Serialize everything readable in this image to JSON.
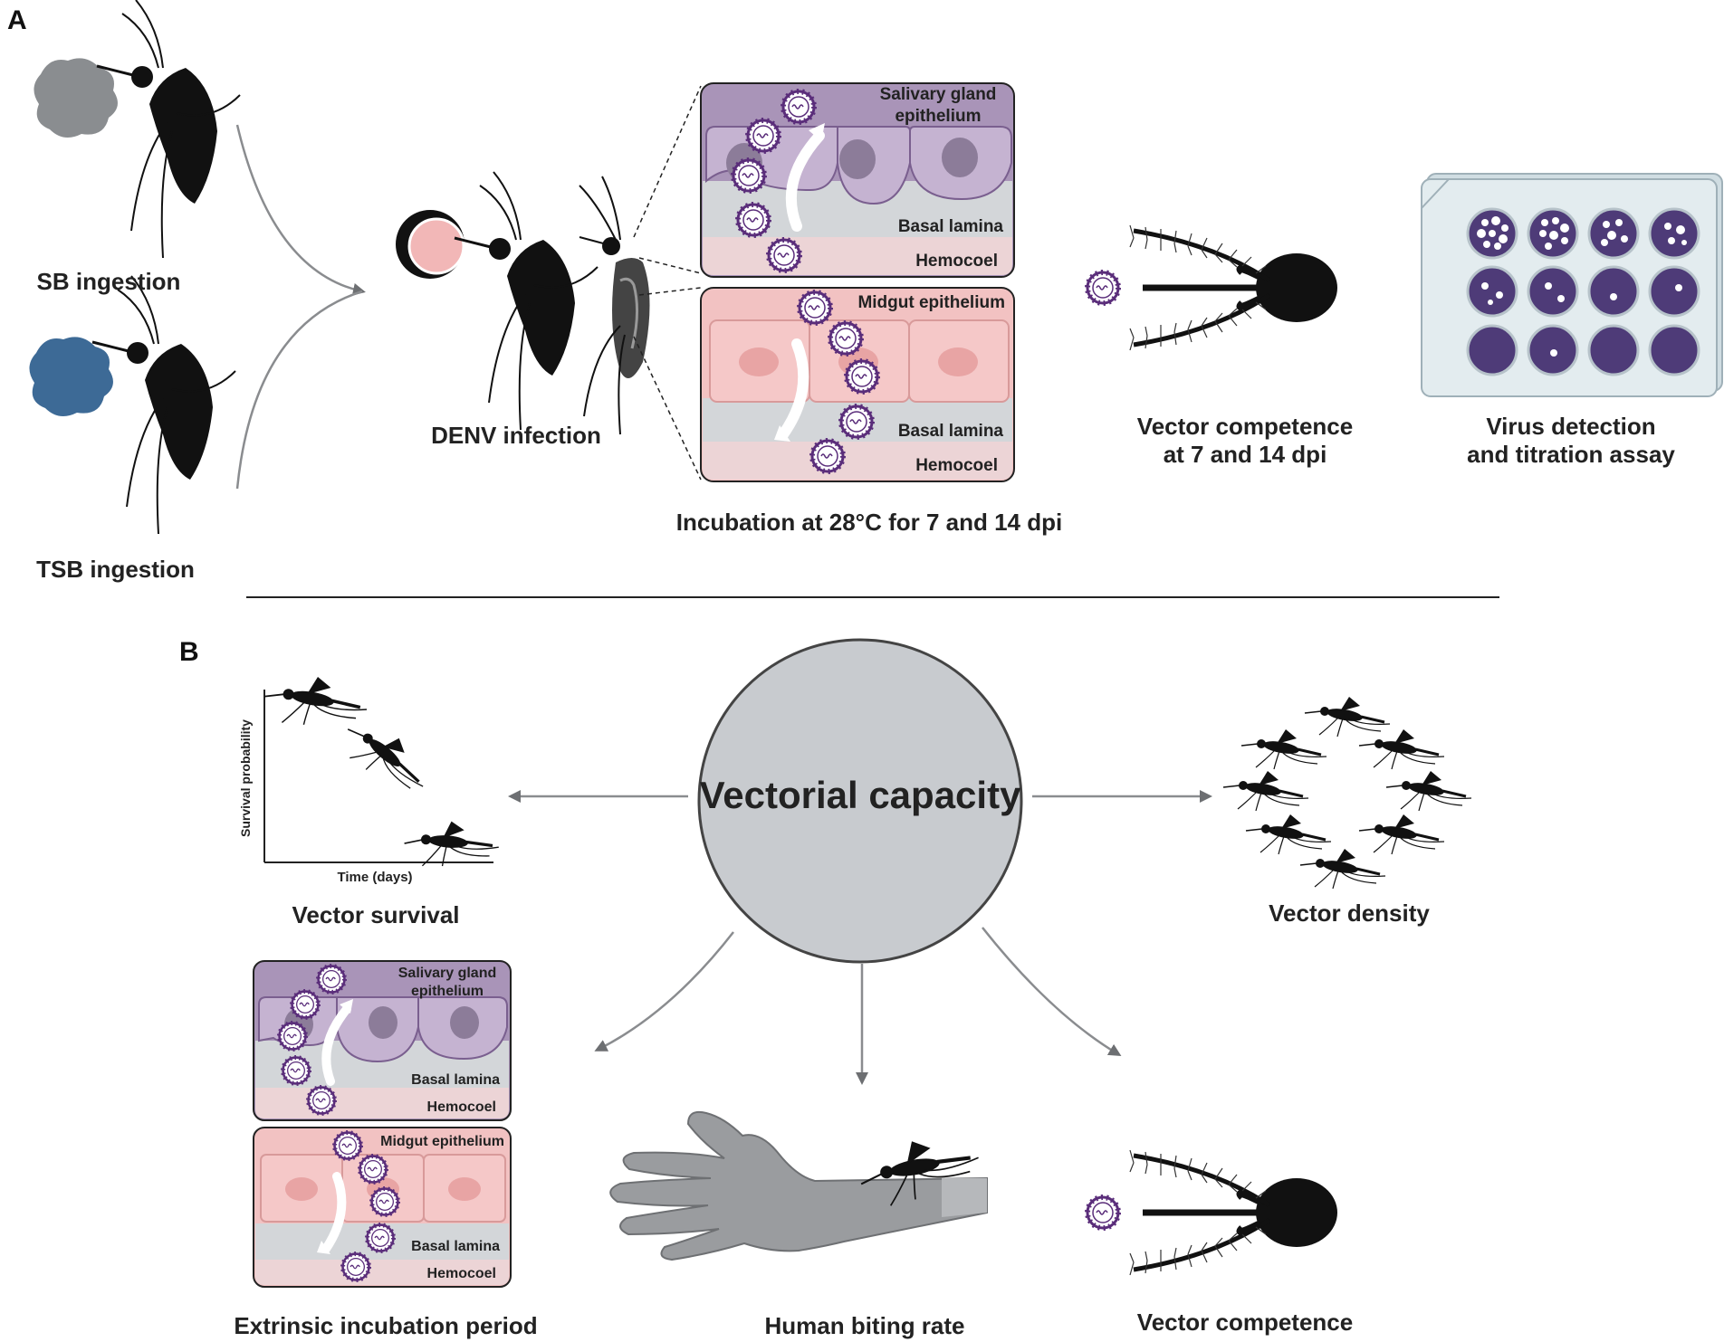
{
  "panel_a": {
    "letter": "A",
    "sb_label": "SB ingestion",
    "tsb_label": "TSB ingestion",
    "denv_label": "DENV infection",
    "incubation_label": "Incubation at 28°C for 7 and 14 dpi",
    "salivary_label_1": "Salivary gland",
    "salivary_label_2": "epithelium",
    "basal_lamina": "Basal lamina",
    "hemocoel": "Hemocoel",
    "midgut_label": "Midgut epithelium",
    "competence_line1": "Vector competence",
    "competence_line2": "at 7 and 14 dpi",
    "detection_line1": "Virus detection",
    "detection_line2": "and titration assay"
  },
  "panel_b": {
    "letter": "B",
    "center_label": "Vectorial capacity",
    "survival_ylabel": "Survival probability",
    "survival_xlabel": "Time (days)",
    "vector_survival": "Vector survival",
    "vector_density": "Vector density",
    "eip_label": "Extrinsic incubation period",
    "biting_label": "Human biting rate",
    "competence_label": "Vector competence",
    "salivary_label_1": "Salivary gland",
    "salivary_label_2": "epithelium",
    "basal_lamina": "Basal lamina",
    "hemocoel": "Hemocoel",
    "midgut_label": "Midgut epithelium"
  },
  "colors": {
    "sb_blob": "#8a8d90",
    "tsb_blob": "#3d6a96",
    "salivary": "#a48fb3",
    "midgut": "#f2c2c2",
    "basal": "#d3d6d9",
    "hemocoel": "#ecd4d6",
    "virus": "#5a2d7a",
    "plate_well": "#4e3b78",
    "circle": "#c8cbcf"
  }
}
